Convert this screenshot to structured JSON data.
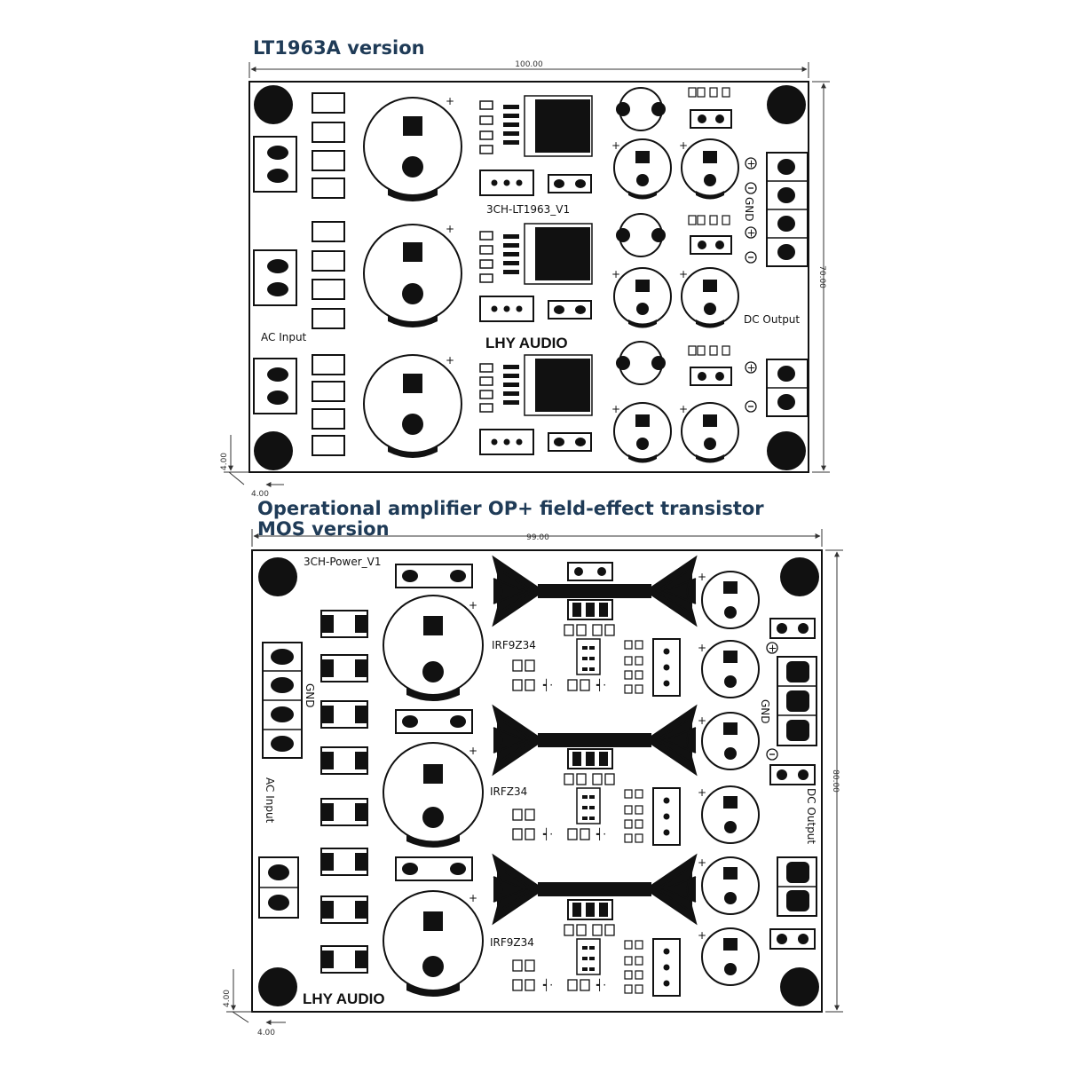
{
  "titles": {
    "top": "LT1963A version",
    "bottom_line1": "Operational amplifier OP+ field-effect transistor",
    "bottom_line2": "MOS version"
  },
  "board_top": {
    "silkscreen": "3CH-LT1963_V1",
    "brand": "LHY AUDIO",
    "ac_input": "AC Input",
    "dc_output": "DC Output",
    "gnd": "GND",
    "dim_width": "100.00",
    "dim_height": "70.00",
    "dim_hole_y": "4.00",
    "dim_hole_x": "4.00"
  },
  "board_bottom": {
    "silkscreen": "3CH-Power_V1",
    "brand": "LHY AUDIO",
    "ac_input": "AC Input",
    "dc_output": "DC Output",
    "gnd": "GND",
    "mosfets": [
      "IRF9Z34",
      "IRFZ34",
      "IRF9Z34"
    ],
    "dim_width": "99.00",
    "dim_height": "80.00",
    "dim_hole_y": "4.00",
    "dim_hole_x": "4.00"
  }
}
